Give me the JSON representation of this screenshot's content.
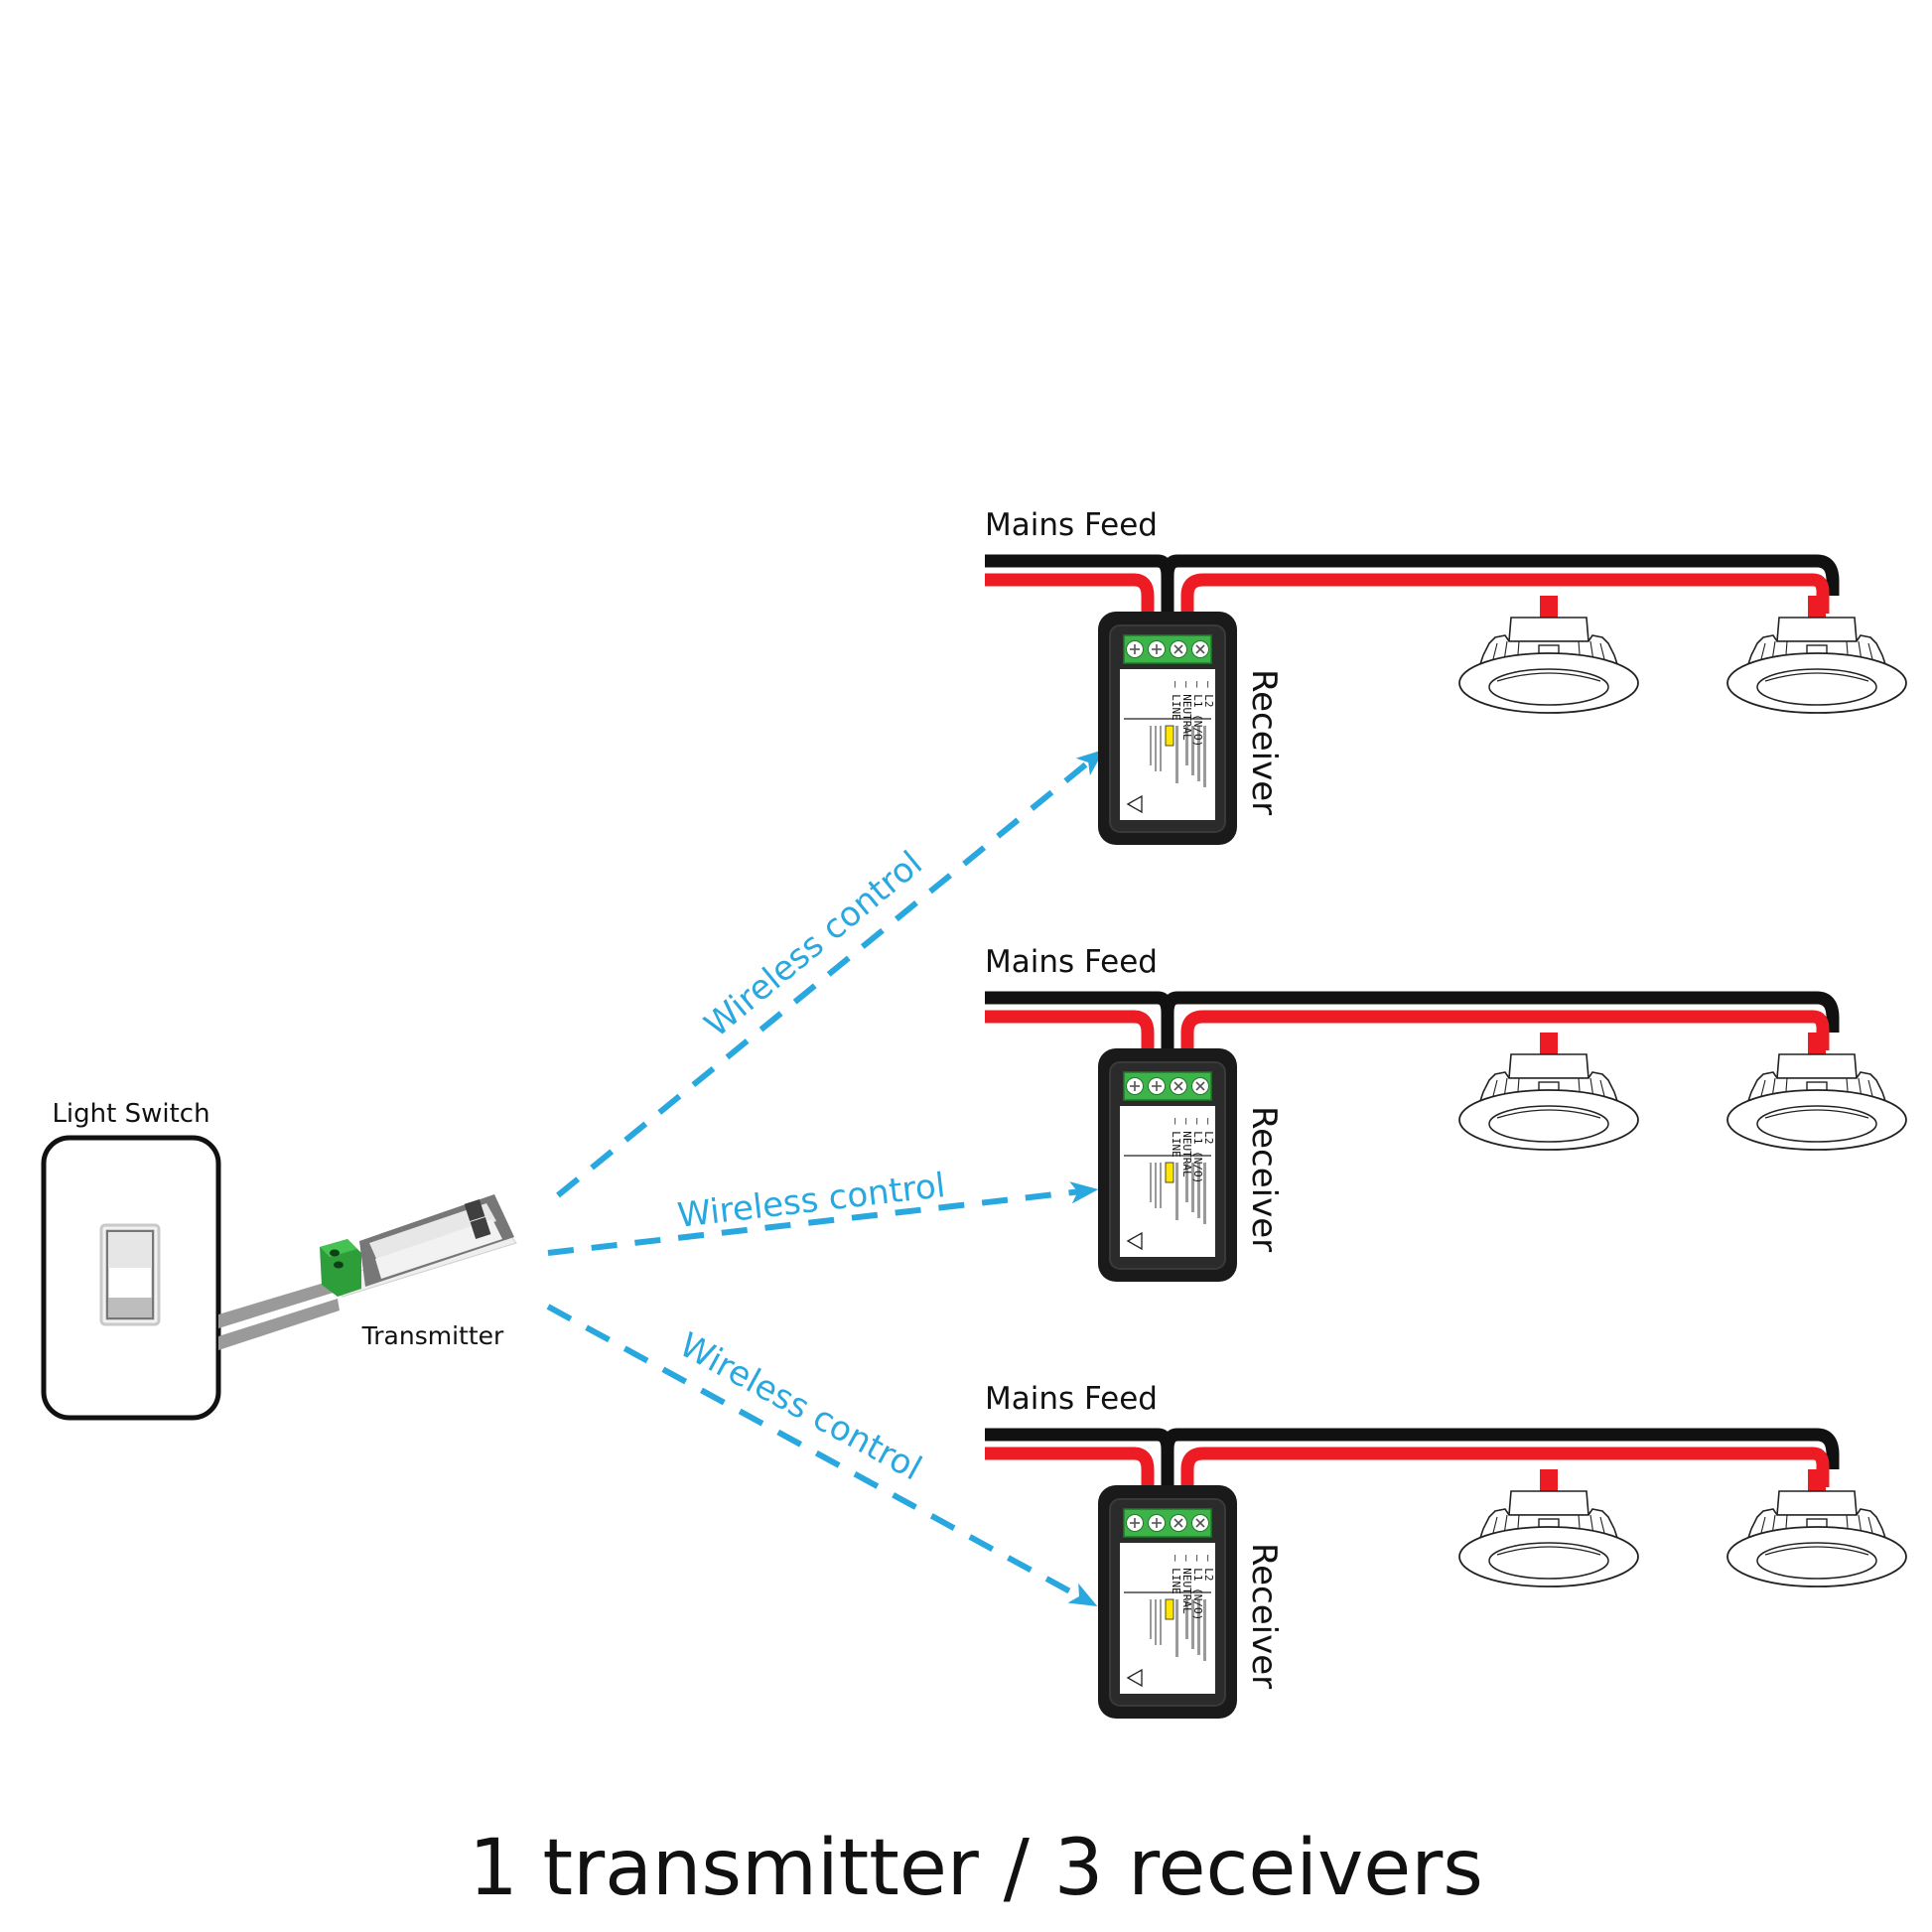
{
  "caption": "1 transmitter / 3 receivers",
  "light_switch": {
    "label": "Light Switch",
    "icon": "rocker-switch-icon"
  },
  "transmitter": {
    "label": "Transmitter",
    "icon": "battery-transmitter-icon"
  },
  "wireless": [
    {
      "label": "Wireless control",
      "target": "receiver-1"
    },
    {
      "label": "Wireless control",
      "target": "receiver-2"
    },
    {
      "label": "Wireless control",
      "target": "receiver-3"
    }
  ],
  "circuits": [
    {
      "mains_label": "Mains Feed",
      "receiver_label": "Receiver",
      "lights": [
        {
          "icon": "downlight-icon"
        },
        {
          "icon": "downlight-icon"
        }
      ]
    },
    {
      "mains_label": "Mains Feed",
      "receiver_label": "Receiver",
      "lights": [
        {
          "icon": "downlight-icon"
        },
        {
          "icon": "downlight-icon"
        }
      ]
    },
    {
      "mains_label": "Mains Feed",
      "receiver_label": "Receiver",
      "lights": [
        {
          "icon": "downlight-icon"
        },
        {
          "icon": "downlight-icon"
        }
      ]
    }
  ],
  "receiver_device": {
    "terminals": [
      "L2",
      "L1 (N/O)",
      "NEUTRAL",
      "LINE"
    ],
    "label_fine_print": "illegible at this resolution",
    "has_badge": true,
    "has_certification_mark": true
  },
  "colors": {
    "live_wire": "#ed1c24",
    "neutral_wire": "#111111",
    "wireless": "#29a8e0",
    "terminal_block": "#3db34a",
    "receiver_body": "#1a1a1a",
    "badge": "#ffe600"
  }
}
